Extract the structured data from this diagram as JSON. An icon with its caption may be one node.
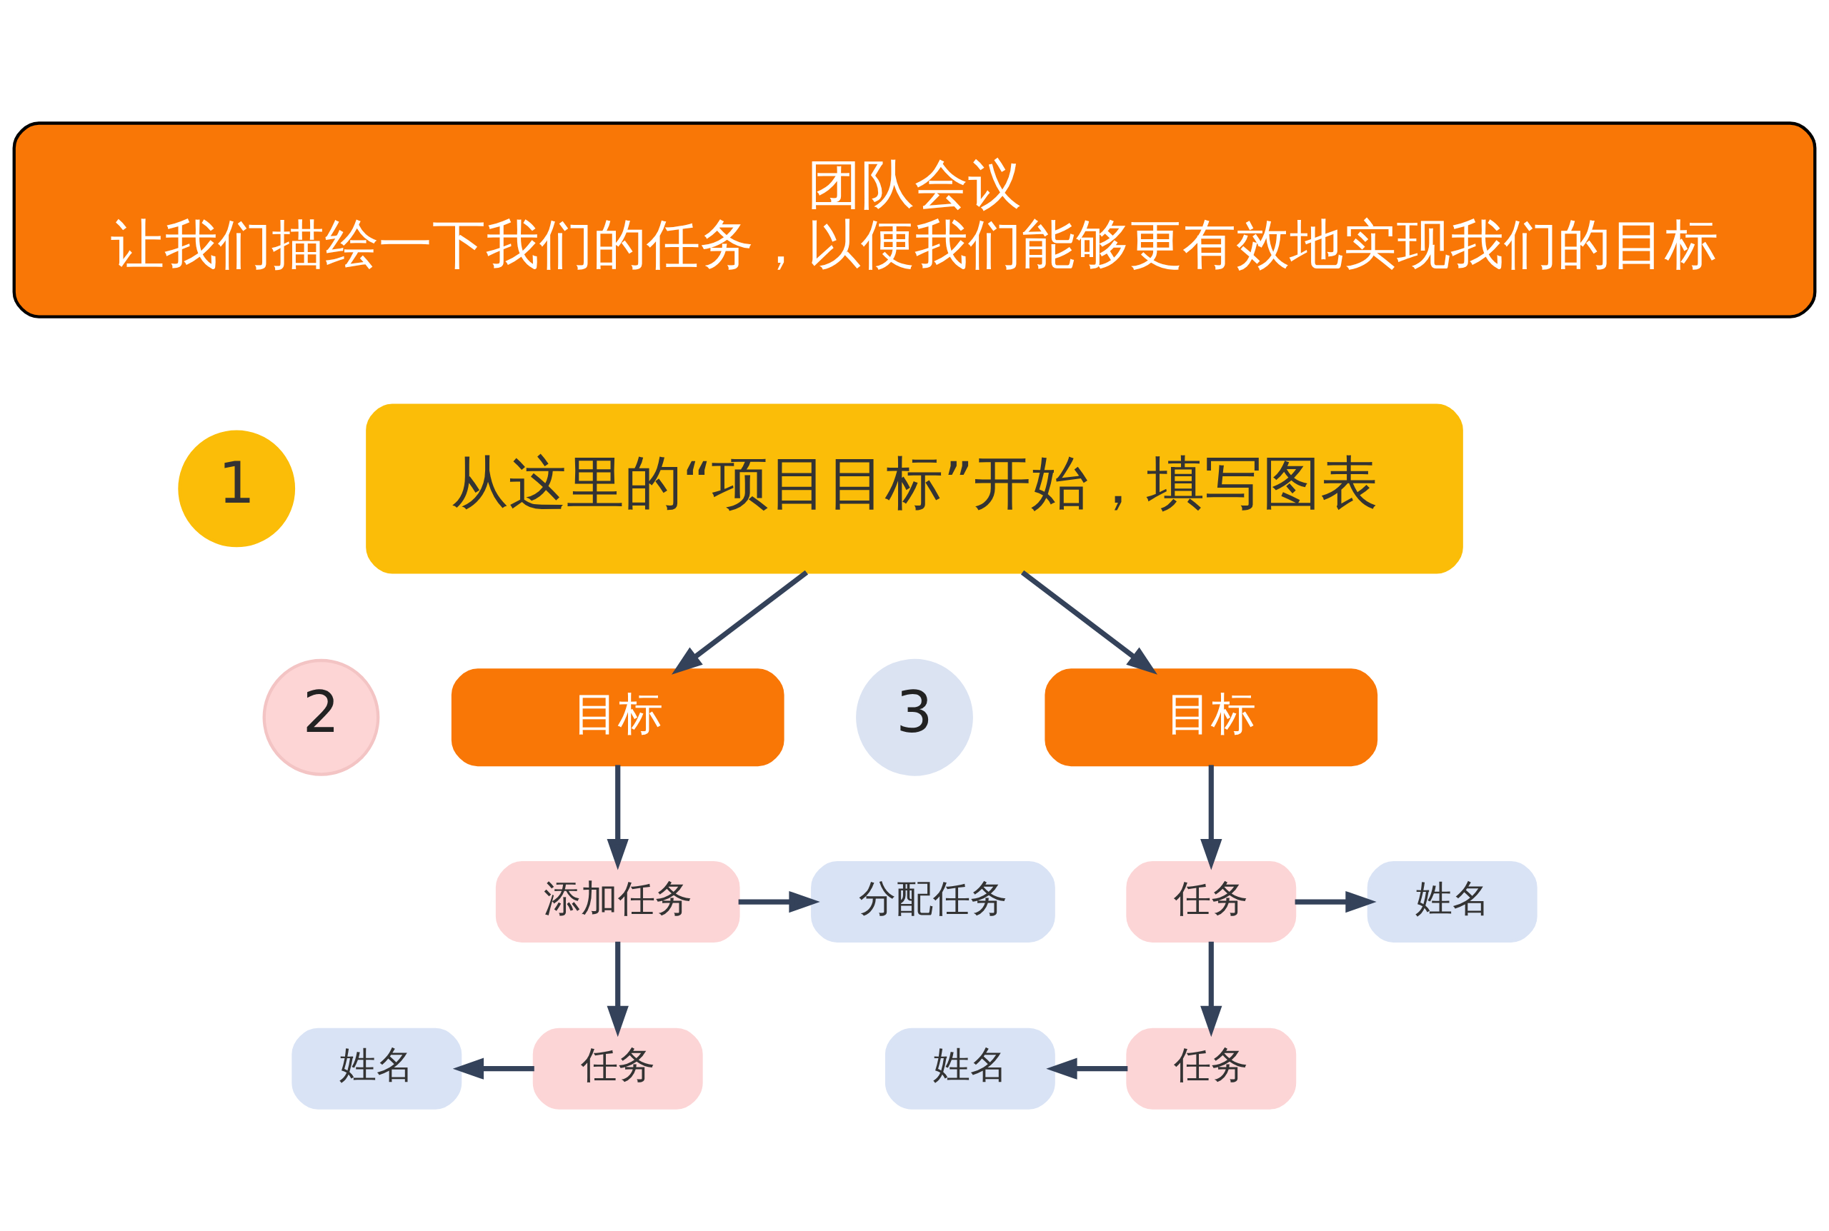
{
  "diagram": {
    "nodes": [
      {
        "text": [
          "团队会议",
          "让我们描绘一下我们的任务，以便我们能够更有效地实现我们的目标"
        ]
      },
      {
        "text": [
          "1"
        ]
      },
      {
        "text": [
          "从这里的“项目目标”开始，填写图表"
        ]
      },
      {
        "text": [
          "2"
        ]
      },
      {
        "text": [
          "目标"
        ]
      },
      {
        "text": [
          "3"
        ]
      },
      {
        "text": [
          "目标"
        ]
      },
      {
        "text": [
          "添加任务"
        ]
      },
      {
        "text": [
          "分配任务"
        ]
      },
      {
        "text": [
          "任务"
        ]
      },
      {
        "text": [
          "姓名"
        ]
      },
      {
        "text": [
          "姓名"
        ]
      },
      {
        "text": [
          "任务"
        ]
      },
      {
        "text": [
          "任务"
        ]
      },
      {
        "text": [
          "姓名"
        ]
      }
    ],
    "edges": [
      {
        "from": 2,
        "to": 4,
        "arrow": "to"
      },
      {
        "from": 2,
        "to": 6,
        "arrow": "to"
      },
      {
        "from": 4,
        "to": 7,
        "arrow": "to"
      },
      {
        "from": 7,
        "to": 8,
        "arrow": "to"
      },
      {
        "from": 7,
        "to": 9,
        "arrow": "to"
      },
      {
        "from": 9,
        "to": 10,
        "arrow": "to"
      },
      {
        "from": 6,
        "to": 12,
        "arrow": "to"
      },
      {
        "from": 12,
        "to": 14,
        "arrow": "to"
      },
      {
        "from": 12,
        "to": 13,
        "arrow": "to"
      },
      {
        "from": 13,
        "to": 11,
        "arrow": "to"
      }
    ]
  }
}
